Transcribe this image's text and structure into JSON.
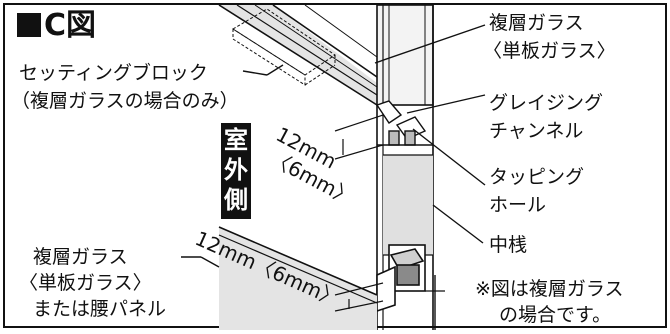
{
  "title": "C図",
  "interior_side_label": [
    "室",
    "外",
    "側"
  ],
  "labels": {
    "setting_block": "セッティングブロック",
    "setting_block_note": "（複層ガラスの場合のみ）",
    "top_glass": "複層ガラス",
    "top_glass_alt": "〈単板ガラス〉",
    "glazing_channel_1": "グレイジング",
    "glazing_channel_2": "チャンネル",
    "tapping_hole_1": "タッピング",
    "tapping_hole_2": "ホール",
    "mullion": "中桟",
    "bottom_glass": "複層ガラス",
    "bottom_glass_alt": "〈単板ガラス〉",
    "bottom_glass_or": "または腰パネル",
    "note_1": "※図は複層ガラス",
    "note_2": "の場合です。"
  },
  "dimensions": {
    "upper_1": "12mm",
    "upper_2": "〈6mm〉",
    "lower": "12mm〈6mm〉"
  },
  "colors": {
    "line": "#111111",
    "glass_shade": "#e4e4e4",
    "frame_shade": "#d9d9d9",
    "badge_bg": "#111111",
    "badge_text": "#ffffff"
  }
}
